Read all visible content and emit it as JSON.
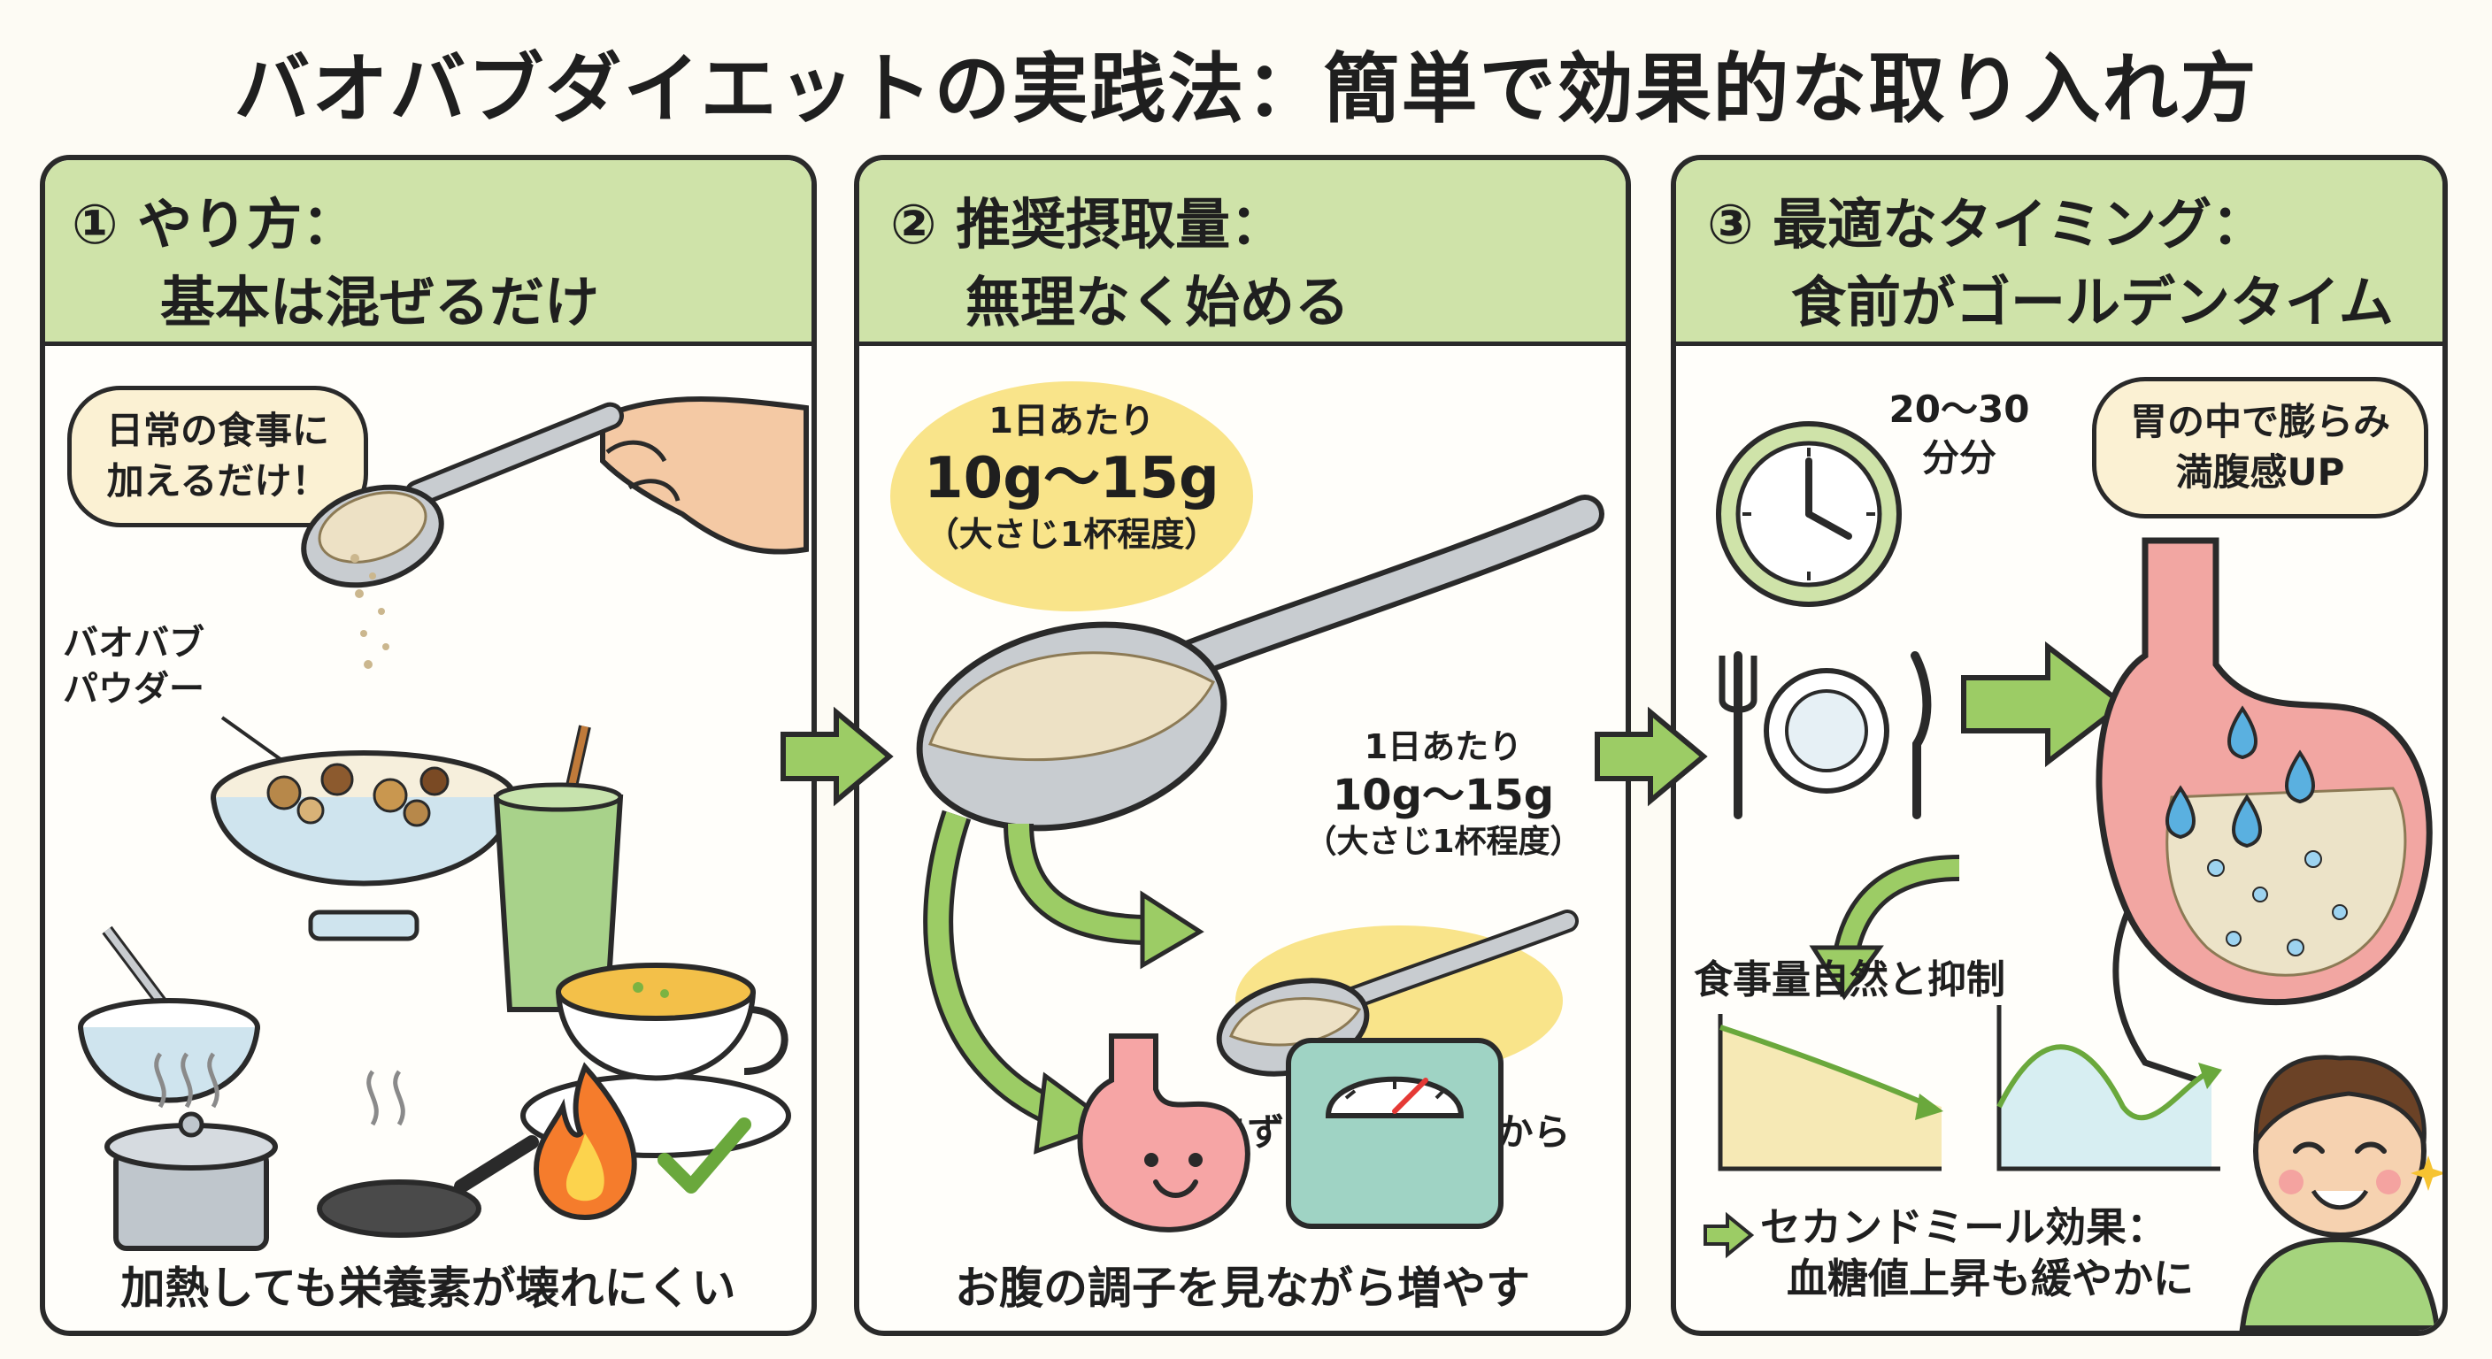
{
  "title": "バオバブダイエットの実践法：簡単で効果的な取り入れ方",
  "panels": [
    {
      "heading_line1": "① やり方：",
      "heading_line2": "基本は混ぜるだけ",
      "bubble": [
        "日常の食事に",
        "加えるだけ！"
      ],
      "powder_label": [
        "バオバブ",
        "パウダー"
      ],
      "caption": "加熱しても栄養素が壊れにくい"
    },
    {
      "heading_line1": "② 推奨摂取量：",
      "heading_line2": "無理なく始める",
      "daily_big": {
        "line1": "1日あたり",
        "line2": "10g〜15g",
        "line3": "（大さじ1杯程度）"
      },
      "daily_small": {
        "line1": "1日あたり",
        "line2": "10g〜15g",
        "line3": "（大さじ1杯程度）"
      },
      "start_small": "まずは小さじ1杯から",
      "caption": "お腹の調子を見ながら増やす"
    },
    {
      "heading_line1": "③ 最適なタイミング：",
      "heading_line2": "食前がゴールデンタイム",
      "timer": [
        "20〜30",
        "分分"
      ],
      "bubble": [
        "胃の中で膨らみ",
        "満腹感UP"
      ],
      "appetite": "食事量自然と抑制",
      "caption": [
        "セカンドミール効果：",
        "血糖値上昇も緩やかに"
      ]
    }
  ],
  "colors": {
    "header_green": "#cfe3a9",
    "arrow_green": "#9ccc65",
    "border": "#2a2a2a",
    "highlight_yellow": "#f9e48a"
  }
}
